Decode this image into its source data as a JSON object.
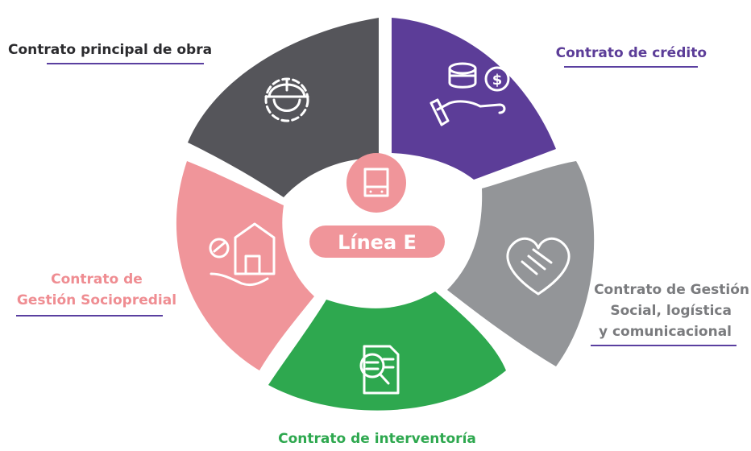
{
  "center": {
    "label": "Línea E"
  },
  "segments": [
    {
      "id": "obra",
      "label": "Contrato principal de obra",
      "color": "#55555a",
      "icon": "hard-hat-gear-icon"
    },
    {
      "id": "credito",
      "label": "Contrato de crédito",
      "color": "#5c3d98",
      "icon": "hand-coins-icon"
    },
    {
      "id": "gestion_social",
      "label_lines": [
        "Contrato de Gestión",
        "Social, logística",
        "y comunicacional"
      ],
      "color": "#939598",
      "icon": "handshake-heart-icon"
    },
    {
      "id": "interventoria",
      "label": "Contrato de interventoría",
      "color": "#2ea84f",
      "icon": "document-search-icon"
    },
    {
      "id": "sociopredial",
      "label_lines": [
        "Contrato de",
        "Gestión Sociopredial"
      ],
      "color": "#f0959a",
      "icon": "house-hand-icon"
    }
  ],
  "colors": {
    "center_bg": "#f0959a",
    "rule": "#5a3fa0",
    "label_dark": "#2b2b2e",
    "label_purple": "#5c3d98",
    "label_gray": "#7a7b7e",
    "label_green": "#2ea84f",
    "label_pink": "#ef8d92"
  }
}
